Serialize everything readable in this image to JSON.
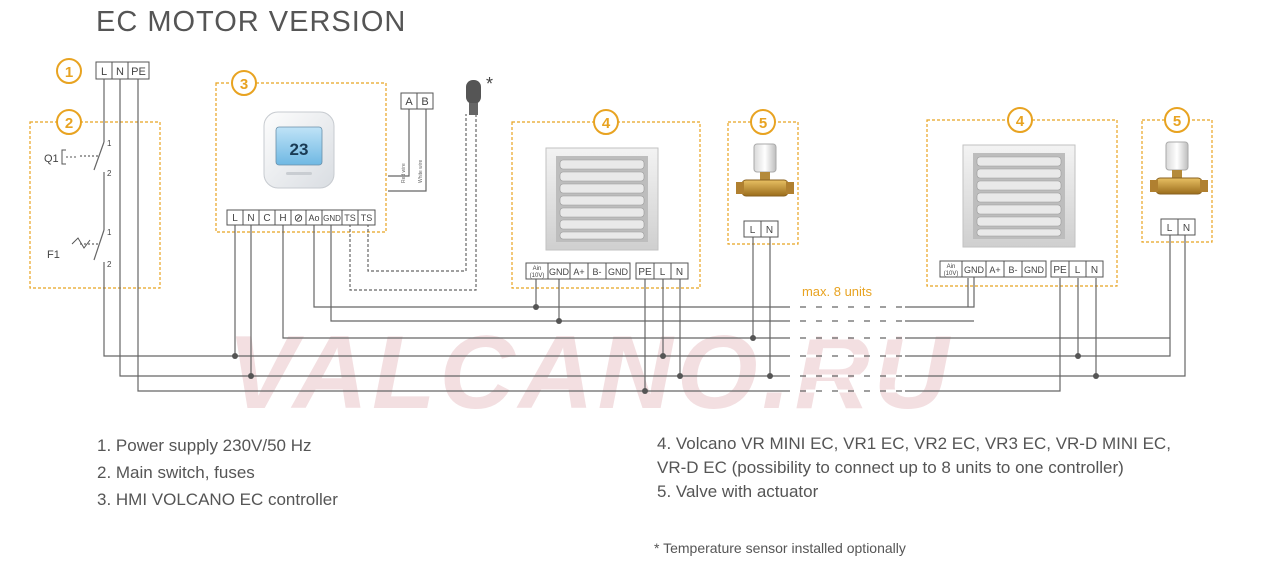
{
  "title": "EC MOTOR VERSION",
  "colors": {
    "accent": "#e8a321",
    "wire": "#555555",
    "watermark": "#f1d9dc"
  },
  "markers": [
    "1",
    "2",
    "3",
    "4",
    "5",
    "4",
    "5"
  ],
  "supply_terminals": [
    "L",
    "N",
    "PE"
  ],
  "switch": {
    "q1_label": "Q1",
    "f1_label": "F1",
    "pin_1": "1",
    "pin_2": "2"
  },
  "controller": {
    "display_value": "23",
    "terminals": [
      "L",
      "N",
      "C",
      "H",
      "⊘",
      "Ao",
      "GND",
      "TS",
      "TS"
    ],
    "bus_terminals": [
      "A",
      "B"
    ],
    "wire_labels": [
      "Red wire",
      "White wire"
    ]
  },
  "sensor_mark": "*",
  "unit": {
    "ain_line1": "Ain",
    "ain_line2": "(10V)",
    "signal_terminals": [
      "GND",
      "A+",
      "B-",
      "GND"
    ],
    "power_terminals": [
      "PE",
      "L",
      "N"
    ]
  },
  "valve_terminals": [
    "L",
    "N"
  ],
  "max_units_label": "max. 8 units",
  "watermark": "VALCANO.RU",
  "legend_left": [
    "1. Power supply 230V/50 Hz",
    "2. Main switch, fuses",
    "3. HMI VOLCANO EC controller"
  ],
  "legend_right": [
    "4. Volcano VR MINI EC, VR1 EC, VR2 EC, VR3 EC, VR-D MINI EC,",
    "VR-D EC (possibility to connect up to 8 units to one controller)",
    "5. Valve with actuator"
  ],
  "footnote": "* Temperature sensor installed optionally"
}
